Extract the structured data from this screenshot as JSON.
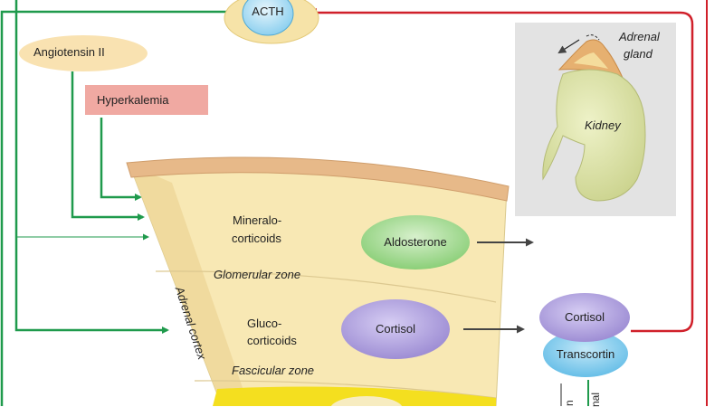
{
  "nodes": {
    "acth": "ACTH",
    "angiotensin": "Angiotensin II",
    "hyperkalemia": "Hyperkalemia",
    "aldosterone": "Aldosterone",
    "cortisol_center": "Cortisol",
    "cortisol_right": "Cortisol",
    "transcortin": "Transcortin"
  },
  "layers": {
    "mineralo_line1": "Mineralo-",
    "mineralo_line2": "corticoids",
    "glomerular": "Glomerular zone",
    "gluco_line1": "Gluco-",
    "gluco_line2": "corticoids",
    "fascicular": "Fascicular zone",
    "adrenal_cortex": "Adrenal cortex"
  },
  "inset": {
    "adrenal_line1": "Adrenal",
    "adrenal_line2": "gland",
    "kidney": "Kidney"
  },
  "partial_right": {
    "text1": "nal",
    "text2": "n"
  },
  "colors": {
    "green_arrow": "#1f9a4c",
    "red_arrow": "#d0202a",
    "tissue": "#f8e8b4",
    "cap": "#e7b989",
    "medulla": "#f4df1f",
    "aldosterone_fill": "#9fd78b",
    "cortisol_fill": "#a99bd9",
    "transcortin_fill": "#74c6ea",
    "angiotensin_fill": "#f9e2b1",
    "hyperkalemia_fill": "#f0a9a2",
    "inset_bg": "#e3e3e3"
  }
}
